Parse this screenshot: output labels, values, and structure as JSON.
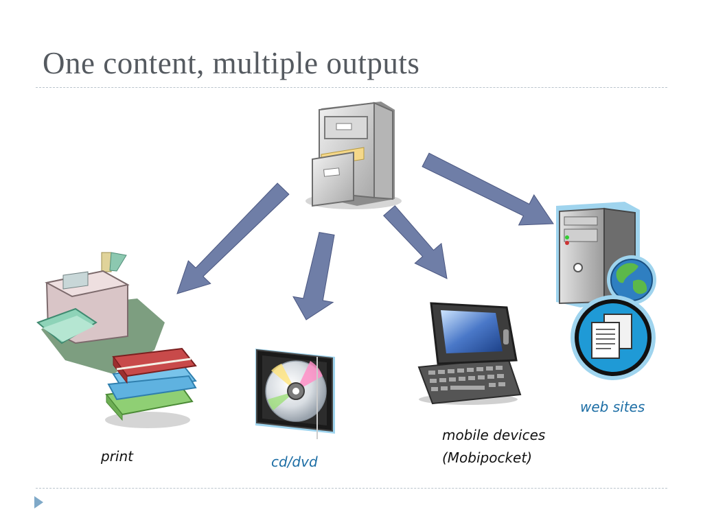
{
  "slide": {
    "title": "One content, multiple outputs"
  },
  "outputs": {
    "print": "print",
    "cd_dvd": "cd/dvd",
    "mobile_line1": "mobile devices",
    "mobile_line2": "(Mobipocket)",
    "web_sites": "web sites"
  },
  "colors": {
    "arrow": "#6f7ea7",
    "title": "#555a60",
    "label_blue": "#1d6ea5",
    "rule": "#b9c3cc",
    "bullet": "#7fa9c8"
  },
  "icons": [
    "file-cabinet-icon",
    "printer-icon",
    "books-icon",
    "cd-case-icon",
    "mobile-device-icon",
    "server-icon",
    "globe-icon",
    "web-pages-icon"
  ]
}
